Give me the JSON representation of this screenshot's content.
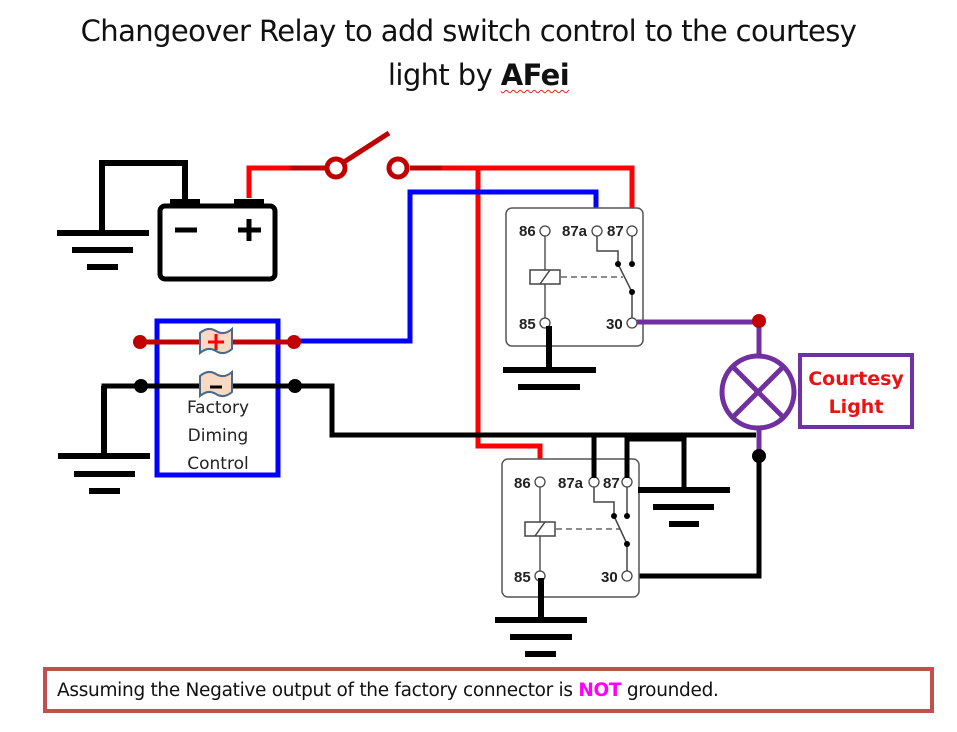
{
  "title": {
    "line1": "Changeover Relay to add switch control to the courtesy",
    "line2_prefix": "light by ",
    "author": "AFei"
  },
  "battery": {
    "negative_symbol": "−",
    "positive_symbol": "+"
  },
  "relay_top": {
    "pins": {
      "p86": "86",
      "p87a": "87a",
      "p87": "87",
      "p85": "85",
      "p30": "30"
    }
  },
  "relay_bottom": {
    "pins": {
      "p86": "86",
      "p87a": "87a",
      "p87": "87",
      "p85": "85",
      "p30": "30"
    }
  },
  "factory_control": {
    "line1": "Factory",
    "line2": "Diming",
    "line3": "Control",
    "positive_flag": "+",
    "negative_flag": "-"
  },
  "lamp": {
    "label_line1": "Courtesy",
    "label_line2": "Light"
  },
  "note": {
    "prefix": "Assuming the Negative output of the factory connector is ",
    "highlight": "NOT",
    "suffix": " grounded."
  },
  "colors": {
    "positive_wire": "#ff0000",
    "switch_wire": "#c00000",
    "control_wire": "#0000ff",
    "ground_wire": "#000000",
    "lamp_wire": "#7030a0",
    "note_border": "#c0504d",
    "highlight": "#ff00ff"
  }
}
